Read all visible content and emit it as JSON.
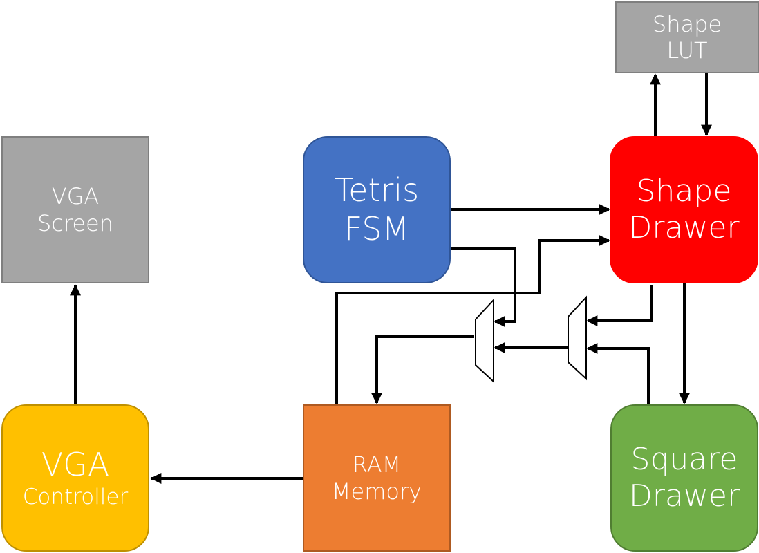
{
  "colors": {
    "gray": "#A5A5A5",
    "gray_border": "#7F7F7F",
    "blue": "#4472C4",
    "blue_border": "#2F5597",
    "red": "#FF0000",
    "orange": "#ED7D31",
    "orange_border": "#AE5A21",
    "yellow": "#FFC000",
    "yellow_border": "#BF9000",
    "green": "#70AD47",
    "green_border": "#507E32",
    "wire": "#000000"
  },
  "blocks": {
    "shape_lut": {
      "line1": "Shape",
      "line2": "LUT"
    },
    "vga_screen": {
      "line1": "VGA",
      "line2": "Screen"
    },
    "tetris_fsm": {
      "line1": "Tetris",
      "line2": "FSM"
    },
    "shape_drawer": {
      "line1": "Shape",
      "line2": "Drawer"
    },
    "vga_controller": {
      "line1": "VGA",
      "line2": "Controller"
    },
    "ram_memory": {
      "line1": "RAM",
      "line2": "Memory"
    },
    "square_drawer": {
      "line1": "Square",
      "line2": "Drawer"
    }
  }
}
